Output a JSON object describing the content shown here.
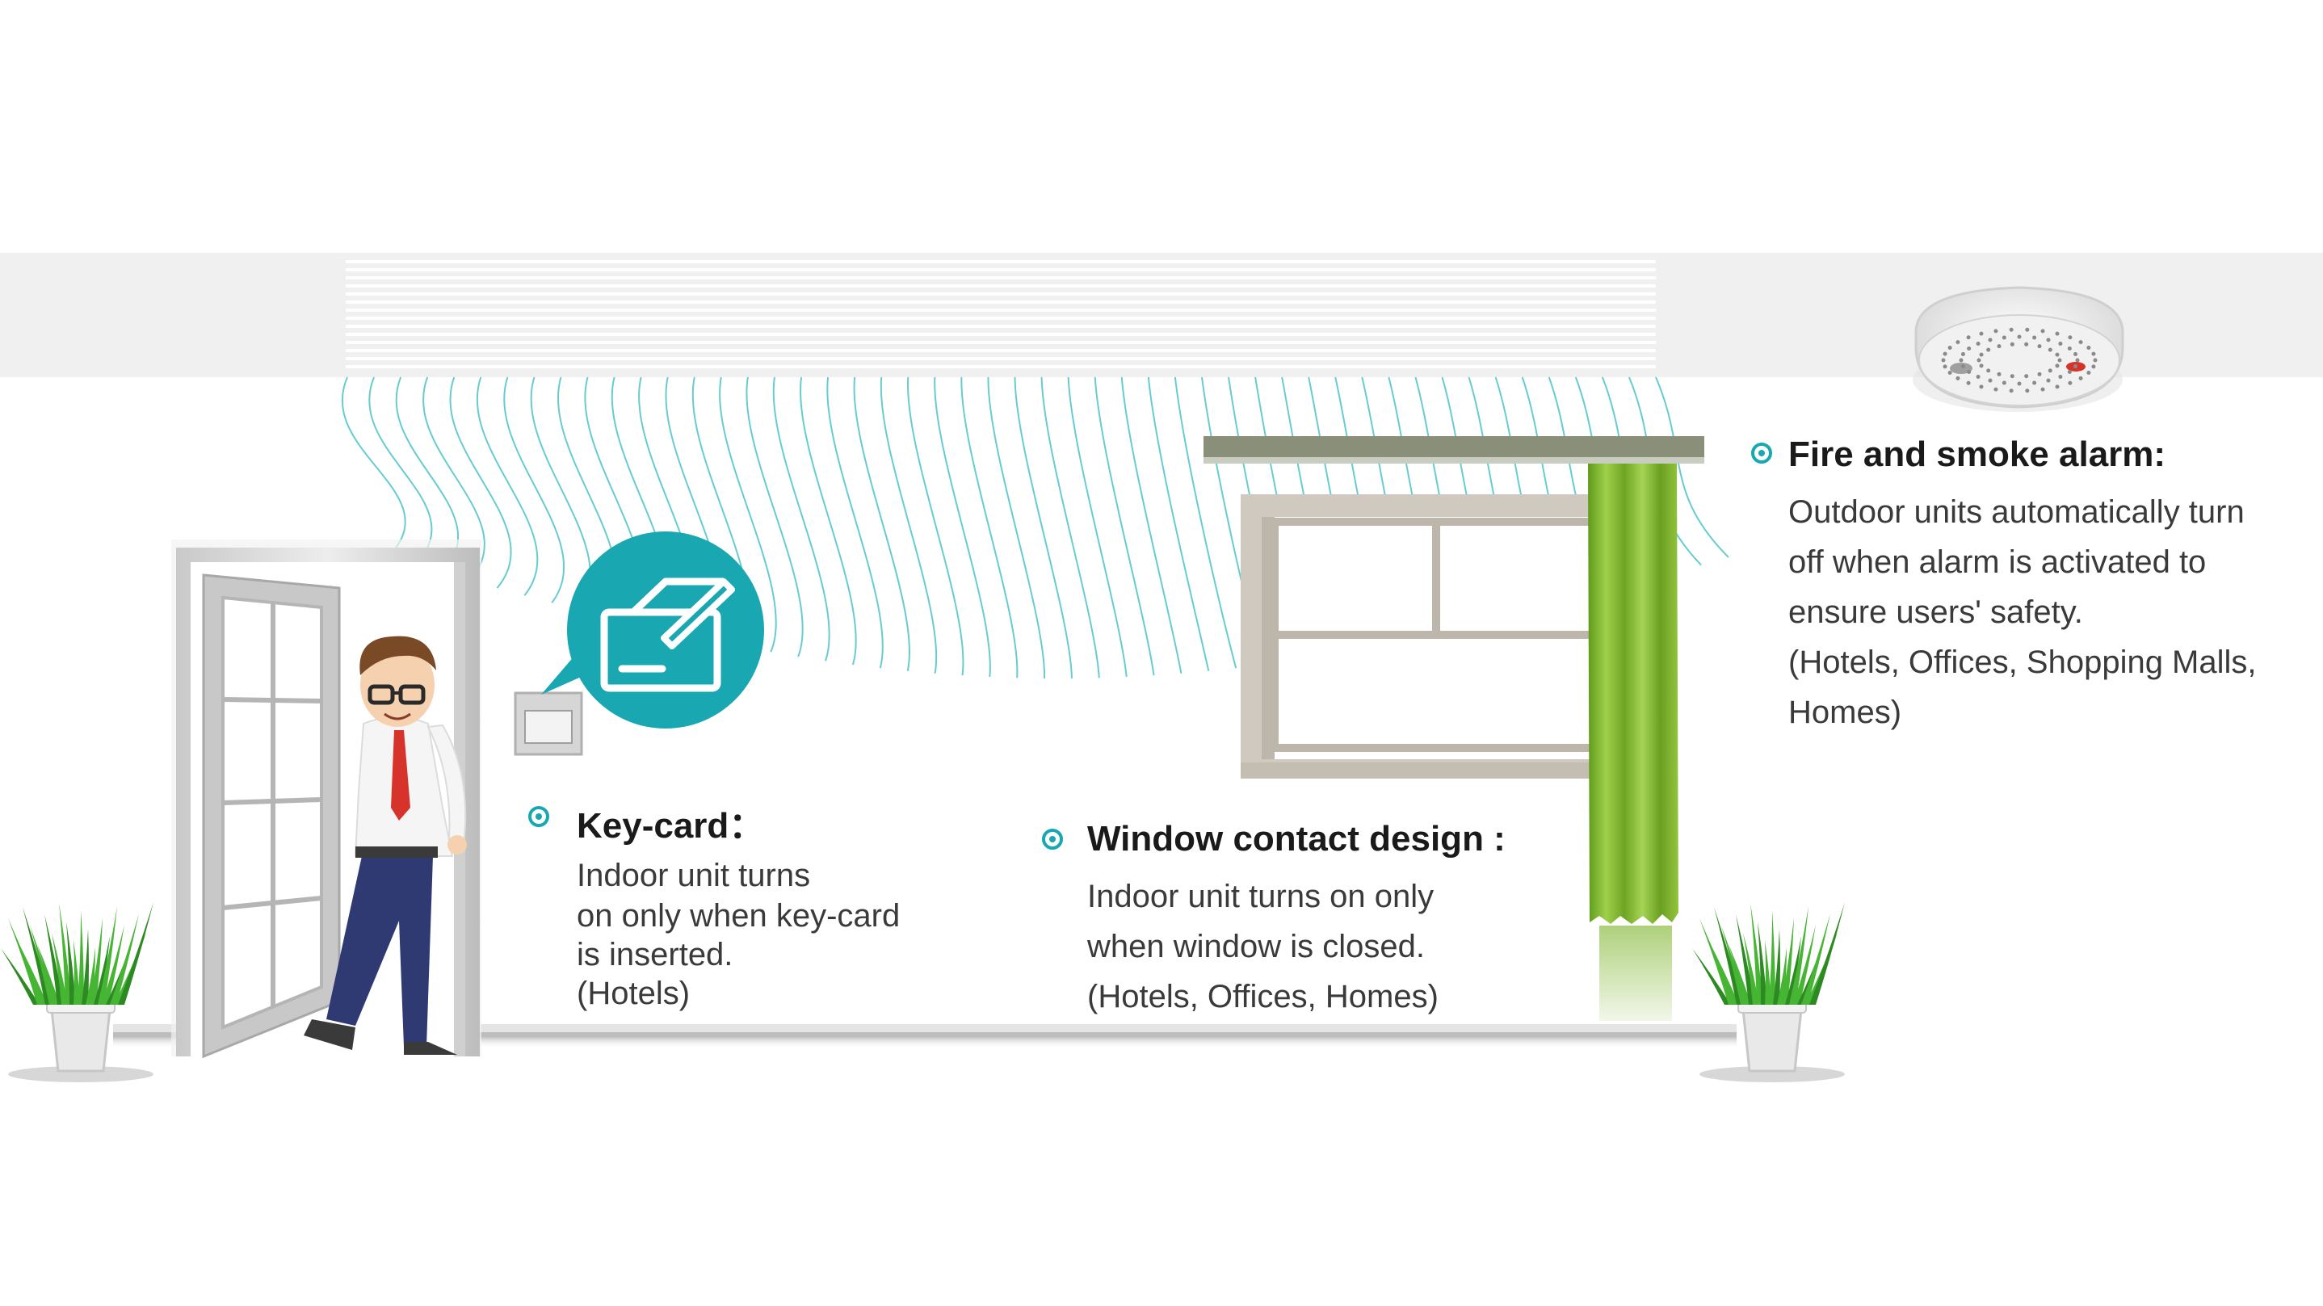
{
  "features": {
    "keycard": {
      "title": "Key-card：",
      "lines": [
        "Indoor unit turns",
        "on only when key-card",
        "is inserted.",
        "(Hotels)"
      ]
    },
    "window": {
      "title": "Window contact design :",
      "lines": [
        "Indoor unit turns on only",
        "when window is closed.",
        "(Hotels, Offices, Homes)"
      ]
    },
    "fire": {
      "title": "Fire and smoke alarm:",
      "lines": [
        "Outdoor units automatically turn",
        "off when alarm is activated to",
        "ensure users' safety.",
        "(Hotels, Offices, Shopping Malls,",
        "Homes)"
      ]
    }
  },
  "colors": {
    "accent": "#19a7b2",
    "ceiling": "#f0f0f0",
    "airflow": "#4cc3c9",
    "curtain": "#7fb52d",
    "plant": "#3aa42a",
    "suit": "#2f3a72",
    "tie": "#d6332b"
  },
  "icons": [
    "keycard-icon",
    "bullet-icon",
    "smoke-detector-icon"
  ]
}
